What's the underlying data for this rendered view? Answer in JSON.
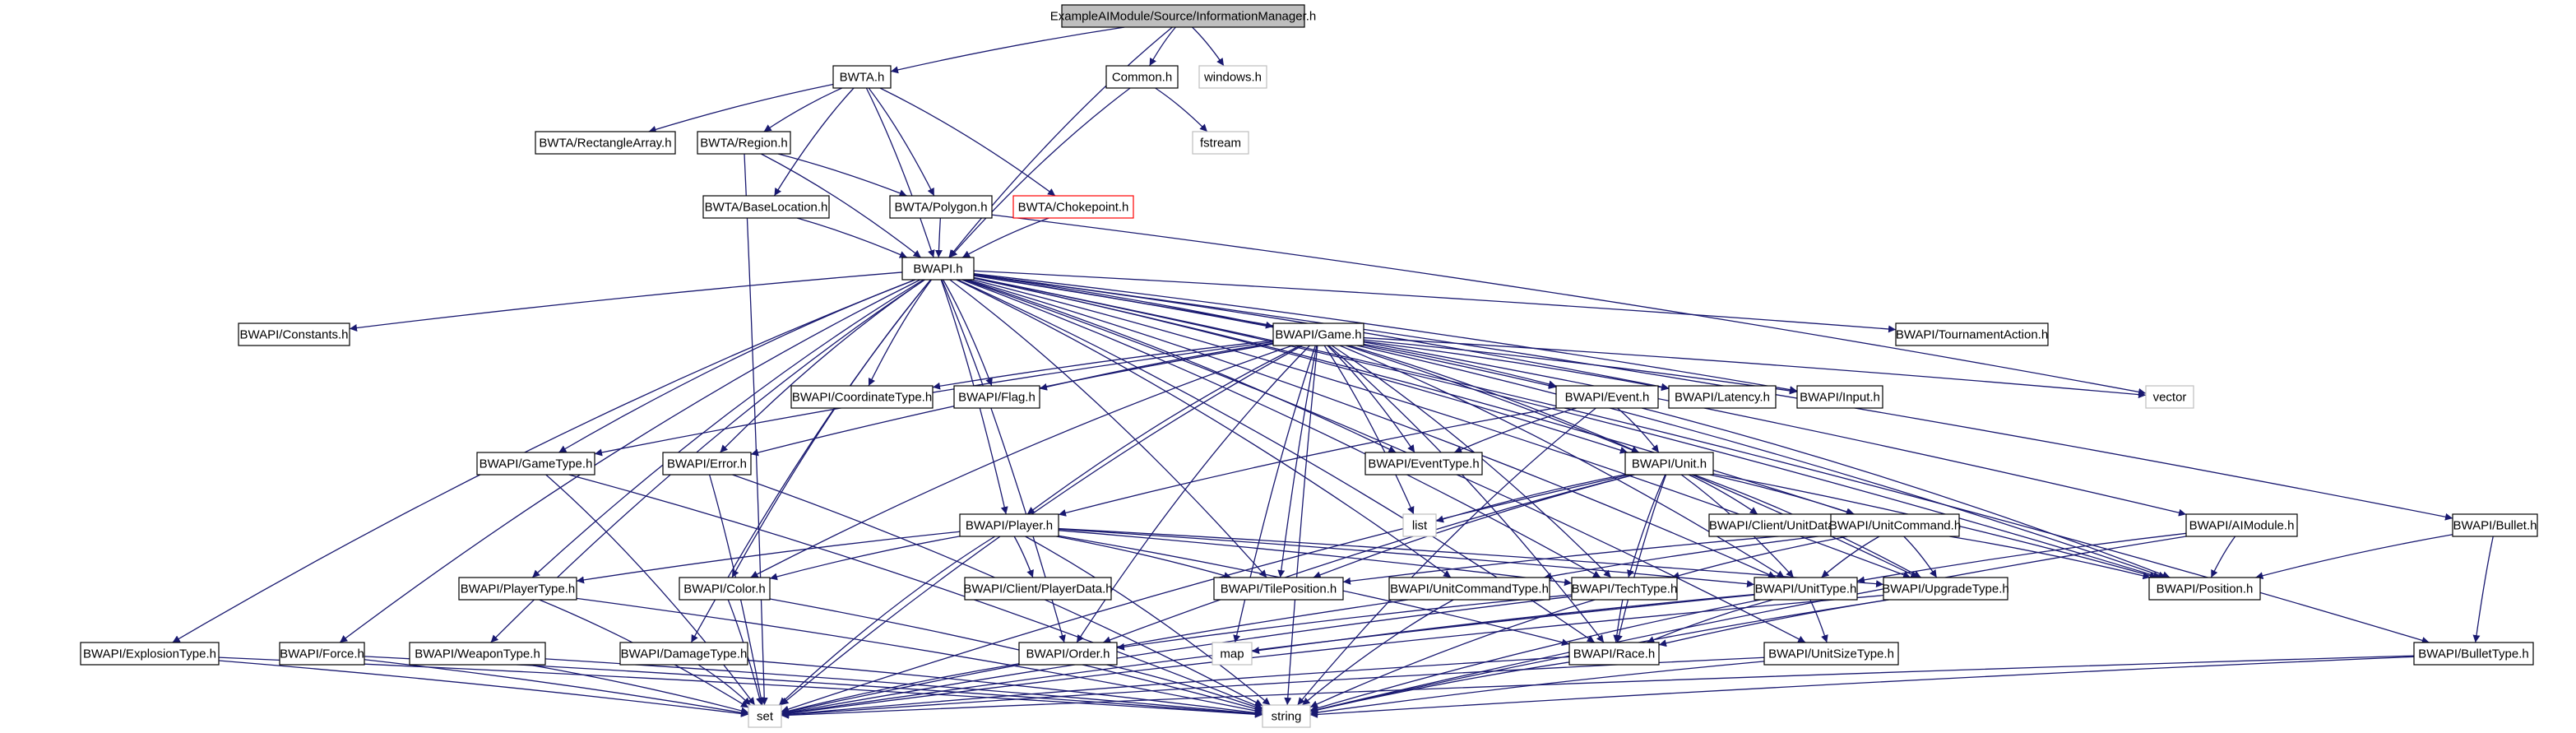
{
  "colors": {
    "edge": "#191970",
    "node_border": "#000000",
    "root_fill": "#bfbfbf",
    "highlight_border": "#ff0000",
    "external_border": "#bfbfbf",
    "text": "#000000"
  },
  "nodes": {
    "root": {
      "label": "ExampleAIModule/Source/InformationManager.h",
      "kind": "root"
    },
    "bwta": {
      "label": "BWTA.h",
      "kind": "normal"
    },
    "common": {
      "label": "Common.h",
      "kind": "normal"
    },
    "windows": {
      "label": "windows.h",
      "kind": "external"
    },
    "rectarray": {
      "label": "BWTA/RectangleArray.h",
      "kind": "normal"
    },
    "region": {
      "label": "BWTA/Region.h",
      "kind": "normal"
    },
    "fstream": {
      "label": "fstream",
      "kind": "external"
    },
    "baseloc": {
      "label": "BWTA/BaseLocation.h",
      "kind": "normal"
    },
    "polygon": {
      "label": "BWTA/Polygon.h",
      "kind": "normal"
    },
    "choke": {
      "label": "BWTA/Chokepoint.h",
      "kind": "highlight"
    },
    "bwapi": {
      "label": "BWAPI.h",
      "kind": "normal"
    },
    "constants": {
      "label": "BWAPI/Constants.h",
      "kind": "normal"
    },
    "game": {
      "label": "BWAPI/Game.h",
      "kind": "normal"
    },
    "tournament": {
      "label": "BWAPI/TournamentAction.h",
      "kind": "normal"
    },
    "coordtype": {
      "label": "BWAPI/CoordinateType.h",
      "kind": "normal"
    },
    "flag": {
      "label": "BWAPI/Flag.h",
      "kind": "normal"
    },
    "event": {
      "label": "BWAPI/Event.h",
      "kind": "normal"
    },
    "latency": {
      "label": "BWAPI/Latency.h",
      "kind": "normal"
    },
    "input": {
      "label": "BWAPI/Input.h",
      "kind": "normal"
    },
    "vector": {
      "label": "vector",
      "kind": "external"
    },
    "gametype": {
      "label": "BWAPI/GameType.h",
      "kind": "normal"
    },
    "error": {
      "label": "BWAPI/Error.h",
      "kind": "normal"
    },
    "eventtype": {
      "label": "BWAPI/EventType.h",
      "kind": "normal"
    },
    "unit": {
      "label": "BWAPI/Unit.h",
      "kind": "normal"
    },
    "list": {
      "label": "list",
      "kind": "external"
    },
    "unitdata": {
      "label": "BWAPI/Client/UnitData.h",
      "kind": "normal"
    },
    "unitcommand": {
      "label": "BWAPI/UnitCommand.h",
      "kind": "normal"
    },
    "aimodule": {
      "label": "BWAPI/AIModule.h",
      "kind": "normal"
    },
    "bullet": {
      "label": "BWAPI/Bullet.h",
      "kind": "normal"
    },
    "player": {
      "label": "BWAPI/Player.h",
      "kind": "normal"
    },
    "playertype": {
      "label": "BWAPI/PlayerType.h",
      "kind": "normal"
    },
    "color": {
      "label": "BWAPI/Color.h",
      "kind": "normal"
    },
    "playerdata": {
      "label": "BWAPI/Client/PlayerData.h",
      "kind": "normal"
    },
    "tilepos": {
      "label": "BWAPI/TilePosition.h",
      "kind": "normal"
    },
    "unitcmdtype": {
      "label": "BWAPI/UnitCommandType.h",
      "kind": "normal"
    },
    "techtype": {
      "label": "BWAPI/TechType.h",
      "kind": "normal"
    },
    "unittype": {
      "label": "BWAPI/UnitType.h",
      "kind": "normal"
    },
    "upgradetype": {
      "label": "BWAPI/UpgradeType.h",
      "kind": "normal"
    },
    "position": {
      "label": "BWAPI/Position.h",
      "kind": "normal"
    },
    "explosiontype": {
      "label": "BWAPI/ExplosionType.h",
      "kind": "normal"
    },
    "force": {
      "label": "BWAPI/Force.h",
      "kind": "normal"
    },
    "weapontype": {
      "label": "BWAPI/WeaponType.h",
      "kind": "normal"
    },
    "damagetype": {
      "label": "BWAPI/DamageType.h",
      "kind": "normal"
    },
    "order": {
      "label": "BWAPI/Order.h",
      "kind": "normal"
    },
    "map": {
      "label": "map",
      "kind": "external"
    },
    "race": {
      "label": "BWAPI/Race.h",
      "kind": "normal"
    },
    "unitsizetype": {
      "label": "BWAPI/UnitSizeType.h",
      "kind": "normal"
    },
    "bullettype": {
      "label": "BWAPI/BulletType.h",
      "kind": "normal"
    },
    "set": {
      "label": "set",
      "kind": "external"
    },
    "string": {
      "label": "string",
      "kind": "external"
    }
  },
  "edges": [
    [
      "root",
      "bwta"
    ],
    [
      "root",
      "common"
    ],
    [
      "root",
      "windows"
    ],
    [
      "root",
      "bwapi"
    ],
    [
      "bwta",
      "rectarray"
    ],
    [
      "bwta",
      "region"
    ],
    [
      "bwta",
      "baseloc"
    ],
    [
      "bwta",
      "polygon"
    ],
    [
      "bwta",
      "choke"
    ],
    [
      "bwta",
      "bwapi"
    ],
    [
      "common",
      "fstream"
    ],
    [
      "common",
      "bwapi"
    ],
    [
      "region",
      "polygon"
    ],
    [
      "region",
      "bwapi"
    ],
    [
      "region",
      "set"
    ],
    [
      "baseloc",
      "bwapi"
    ],
    [
      "polygon",
      "bwapi"
    ],
    [
      "polygon",
      "vector"
    ],
    [
      "choke",
      "bwapi"
    ],
    [
      "bwapi",
      "constants"
    ],
    [
      "bwapi",
      "game"
    ],
    [
      "bwapi",
      "tournament"
    ],
    [
      "bwapi",
      "coordtype"
    ],
    [
      "bwapi",
      "flag"
    ],
    [
      "bwapi",
      "event"
    ],
    [
      "bwapi",
      "latency"
    ],
    [
      "bwapi",
      "input"
    ],
    [
      "bwapi",
      "gametype"
    ],
    [
      "bwapi",
      "error"
    ],
    [
      "bwapi",
      "eventtype"
    ],
    [
      "bwapi",
      "unit"
    ],
    [
      "bwapi",
      "unitcommand"
    ],
    [
      "bwapi",
      "aimodule"
    ],
    [
      "bwapi",
      "bullet"
    ],
    [
      "bwapi",
      "player"
    ],
    [
      "bwapi",
      "playertype"
    ],
    [
      "bwapi",
      "color"
    ],
    [
      "bwapi",
      "tilepos"
    ],
    [
      "bwapi",
      "unitcmdtype"
    ],
    [
      "bwapi",
      "techtype"
    ],
    [
      "bwapi",
      "unittype"
    ],
    [
      "bwapi",
      "upgradetype"
    ],
    [
      "bwapi",
      "position"
    ],
    [
      "bwapi",
      "explosiontype"
    ],
    [
      "bwapi",
      "force"
    ],
    [
      "bwapi",
      "weapontype"
    ],
    [
      "bwapi",
      "damagetype"
    ],
    [
      "bwapi",
      "order"
    ],
    [
      "bwapi",
      "race"
    ],
    [
      "bwapi",
      "unitsizetype"
    ],
    [
      "bwapi",
      "bullettype"
    ],
    [
      "game",
      "coordtype"
    ],
    [
      "game",
      "flag"
    ],
    [
      "game",
      "event"
    ],
    [
      "game",
      "latency"
    ],
    [
      "game",
      "input"
    ],
    [
      "game",
      "vector"
    ],
    [
      "game",
      "gametype"
    ],
    [
      "game",
      "error"
    ],
    [
      "game",
      "eventtype"
    ],
    [
      "game",
      "unit"
    ],
    [
      "game",
      "list"
    ],
    [
      "game",
      "player"
    ],
    [
      "game",
      "color"
    ],
    [
      "game",
      "tilepos"
    ],
    [
      "game",
      "unittype"
    ],
    [
      "game",
      "techtype"
    ],
    [
      "game",
      "upgradetype"
    ],
    [
      "game",
      "order"
    ],
    [
      "game",
      "race"
    ],
    [
      "game",
      "map"
    ],
    [
      "game",
      "set"
    ],
    [
      "game",
      "string"
    ],
    [
      "game",
      "position"
    ],
    [
      "event",
      "eventtype"
    ],
    [
      "event",
      "unit"
    ],
    [
      "event",
      "player"
    ],
    [
      "event",
      "position"
    ],
    [
      "event",
      "string"
    ],
    [
      "unit",
      "list"
    ],
    [
      "unit",
      "unitdata"
    ],
    [
      "unit",
      "unitcommand"
    ],
    [
      "unit",
      "tilepos"
    ],
    [
      "unit",
      "position"
    ],
    [
      "unit",
      "techtype"
    ],
    [
      "unit",
      "unittype"
    ],
    [
      "unit",
      "upgradetype"
    ],
    [
      "unit",
      "order"
    ],
    [
      "unit",
      "race"
    ],
    [
      "unit",
      "set"
    ],
    [
      "unitcommand",
      "unitcmdtype"
    ],
    [
      "unitcommand",
      "tilepos"
    ],
    [
      "unitcommand",
      "position"
    ],
    [
      "unitcommand",
      "techtype"
    ],
    [
      "unitcommand",
      "unittype"
    ],
    [
      "unitcommand",
      "upgradetype"
    ],
    [
      "aimodule",
      "position"
    ],
    [
      "aimodule",
      "unittype"
    ],
    [
      "aimodule",
      "string"
    ],
    [
      "bullet",
      "position"
    ],
    [
      "bullet",
      "bullettype"
    ],
    [
      "gametype",
      "set"
    ],
    [
      "gametype",
      "string"
    ],
    [
      "error",
      "set"
    ],
    [
      "error",
      "string"
    ],
    [
      "player",
      "playertype"
    ],
    [
      "player",
      "color"
    ],
    [
      "player",
      "playerdata"
    ],
    [
      "player",
      "tilepos"
    ],
    [
      "player",
      "techtype"
    ],
    [
      "player",
      "unittype"
    ],
    [
      "player",
      "upgradetype"
    ],
    [
      "player",
      "race"
    ],
    [
      "player",
      "set"
    ],
    [
      "player",
      "string"
    ],
    [
      "playertype",
      "set"
    ],
    [
      "playertype",
      "string"
    ],
    [
      "color",
      "set"
    ],
    [
      "color",
      "string"
    ],
    [
      "unitcmdtype",
      "set"
    ],
    [
      "unitcmdtype",
      "string"
    ],
    [
      "techtype",
      "order"
    ],
    [
      "techtype",
      "race"
    ],
    [
      "techtype",
      "set"
    ],
    [
      "techtype",
      "string"
    ],
    [
      "unittype",
      "race"
    ],
    [
      "unittype",
      "unitsizetype"
    ],
    [
      "unittype",
      "map"
    ],
    [
      "unittype",
      "set"
    ],
    [
      "unittype",
      "string"
    ],
    [
      "upgradetype",
      "race"
    ],
    [
      "upgradetype",
      "set"
    ],
    [
      "upgradetype",
      "string"
    ],
    [
      "explosiontype",
      "set"
    ],
    [
      "explosiontype",
      "string"
    ],
    [
      "force",
      "set"
    ],
    [
      "force",
      "string"
    ],
    [
      "weapontype",
      "set"
    ],
    [
      "weapontype",
      "string"
    ],
    [
      "damagetype",
      "set"
    ],
    [
      "damagetype",
      "string"
    ],
    [
      "order",
      "set"
    ],
    [
      "order",
      "string"
    ],
    [
      "race",
      "set"
    ],
    [
      "race",
      "string"
    ],
    [
      "unitsizetype",
      "set"
    ],
    [
      "unitsizetype",
      "string"
    ],
    [
      "bullettype",
      "set"
    ],
    [
      "bullettype",
      "string"
    ]
  ]
}
